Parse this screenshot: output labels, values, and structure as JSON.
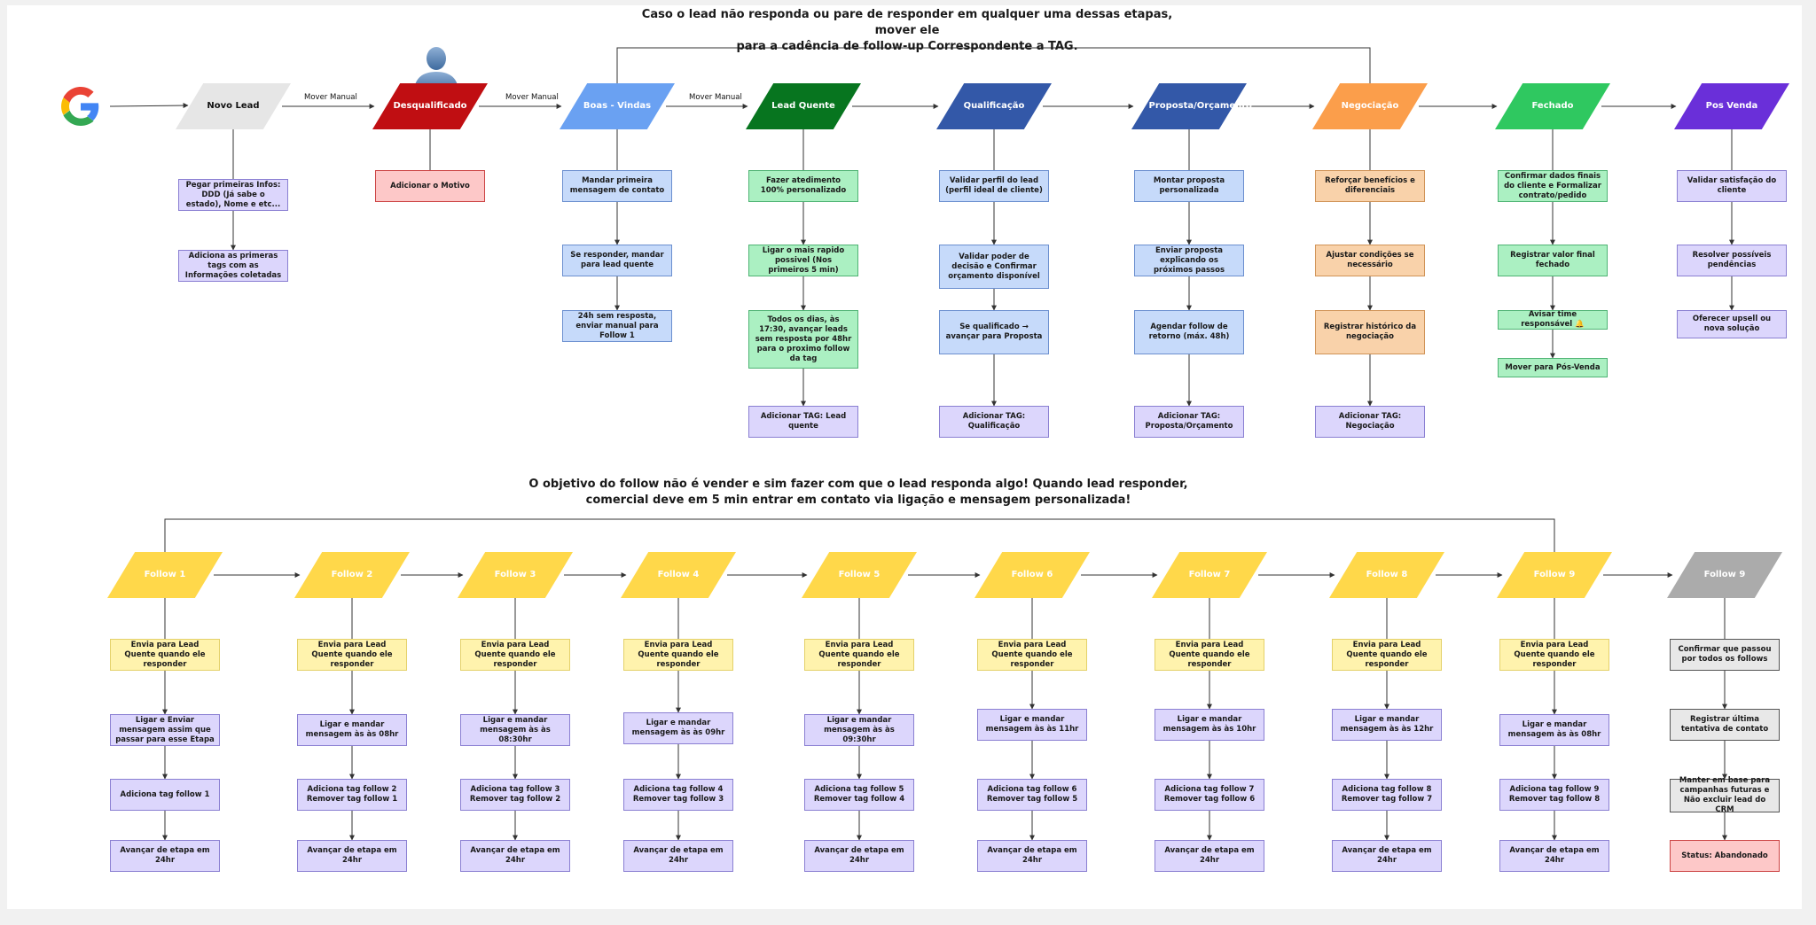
{
  "notes": {
    "top": [
      "Caso o lead não responda ou pare de responder em qualquer uma dessas etapas, mover ele",
      "para a cadência de follow-up Correspondente a TAG."
    ],
    "bottom": [
      "O objetivo do follow não é vender e sim fazer com que o lead responda algo! Quando lead responder,",
      "comercial deve em 5 min entrar em contato via ligação e mensagem personalizada!"
    ]
  },
  "edge_labels": [
    "Mover Manual",
    "Mover Manual",
    "Mover Manual"
  ],
  "colors": {
    "purple_fill": "#dcd6fc",
    "purple_border": "#8a7fd2",
    "blue_fill": "#c6dafa",
    "blue_border": "#6b8fcf",
    "green_fill": "#abf0c2",
    "green_border": "#4fb374",
    "red_fill": "#fdc8c8",
    "red_border": "#c44",
    "orange_fill": "#f9d2aa",
    "orange_border": "#d09357",
    "yellow_fill": "#fff3ad",
    "yellow_border": "#e4d16a",
    "gray_fill": "#e8e8e8",
    "gray_border": "#555"
  },
  "pipeline": [
    {
      "label": "Novo Lead",
      "color": "#e6e6e6",
      "text_color": "#111111",
      "items": [
        "Pegar primeiras Infos: DDD (Já sabe o estado), Nome e etc...",
        "Adiciona as primeras tags com as Informações coletadas"
      ],
      "box": "purple"
    },
    {
      "label": "Desqualificado",
      "color": "#c00e12",
      "text_color": "#ffffff",
      "items": [
        "Adicionar o Motivo"
      ],
      "box": "red"
    },
    {
      "label": "Boas - Vindas",
      "color": "#6aa1f2",
      "text_color": "#ffffff",
      "items": [
        "Mandar primeira mensagem de contato",
        "Se responder, mandar para lead quente",
        "24h sem resposta, enviar manual para Follow 1"
      ],
      "box": "blue"
    },
    {
      "label": "Lead Quente",
      "color": "#07751f",
      "text_color": "#ffffff",
      "items": [
        "Fazer atedimento 100% personalizado",
        "Ligar o mais rapido possivel (Nos primeiros 5 min)",
        "Todos os dias, às 17:30, avançar leads sem resposta por 48hr para o proximo follow da tag",
        "Adicionar TAG: Lead quente"
      ],
      "box": "green",
      "last_box": "purple"
    },
    {
      "label": "Qualificação",
      "color": "#3358a8",
      "text_color": "#ffffff",
      "items": [
        "Validar perfil do lead (perfil ideal de cliente)",
        "Validar poder de decisão e Confirmar orçamento disponível",
        "Se qualificado → avançar para Proposta",
        "Adicionar TAG: Qualificação"
      ],
      "box": "blue",
      "last_box": "purple"
    },
    {
      "label": "Proposta/Orçamento",
      "color": "#3358a8",
      "text_color": "#ffffff",
      "items": [
        "Montar proposta personalizada",
        "Enviar proposta explicando os próximos passos",
        "Agendar follow de retorno (máx. 48h)",
        "Adicionar TAG: Proposta/Orçamento"
      ],
      "box": "blue",
      "last_box": "purple"
    },
    {
      "label": "Negociação",
      "color": "#fb9e4b",
      "text_color": "#ffffff",
      "items": [
        "Reforçar benefícios e diferenciais",
        "Ajustar condições se necessário",
        "Registrar histórico da negociação",
        "Adicionar TAG: Negociação"
      ],
      "box": "orange",
      "last_box": "purple"
    },
    {
      "label": "Fechado",
      "color": "#2fc860",
      "text_color": "#ffffff",
      "items": [
        "Confirmar dados finais do cliente e Formalizar contrato/pedido",
        "Registrar valor final fechado",
        "Avisar time responsável 🔔",
        "Mover para Pós-Venda"
      ],
      "box": "green"
    },
    {
      "label": "Pos Venda",
      "color": "#6a2fd9",
      "text_color": "#ffffff",
      "items": [
        "Validar satisfação do cliente",
        "Resolver possíveis pendências",
        "Oferecer upsell ou nova solução"
      ],
      "box": "purple"
    }
  ],
  "follows": [
    {
      "label": "Follow 1",
      "items": [
        "Envia para Lead Quente quando ele responder",
        "Ligar e Enviar mensagem assim que passar para esse Etapa",
        "Adiciona tag follow 1",
        "Avançar de etapa em 24hr"
      ]
    },
    {
      "label": "Follow 2",
      "items": [
        "Envia para Lead Quente quando ele responder",
        "Ligar e mandar mensagem às às 08hr",
        "Adiciona tag follow 2 Remover tag follow 1",
        "Avançar de etapa em 24hr"
      ]
    },
    {
      "label": "Follow 3",
      "items": [
        "Envia para Lead Quente quando ele responder",
        "Ligar e mandar mensagem às às 08:30hr",
        "Adiciona tag follow 3 Remover tag follow 2",
        "Avançar de etapa em 24hr"
      ]
    },
    {
      "label": "Follow 4",
      "items": [
        "Envia para Lead Quente quando ele responder",
        "Ligar e mandar mensagem às às 09hr",
        "Adiciona tag follow 4 Remover tag follow 3",
        "Avançar de etapa em 24hr"
      ]
    },
    {
      "label": "Follow 5",
      "items": [
        "Envia para Lead Quente quando ele responder",
        "Ligar e mandar mensagem às às 09:30hr",
        "Adiciona tag follow 5 Remover tag follow 4",
        "Avançar de etapa em 24hr"
      ]
    },
    {
      "label": "Follow 6",
      "items": [
        "Envia para Lead Quente quando ele responder",
        "Ligar e mandar mensagem às às 11hr",
        "Adiciona tag follow 6 Remover tag follow 5",
        "Avançar de etapa em 24hr"
      ]
    },
    {
      "label": "Follow 7",
      "items": [
        "Envia para Lead Quente quando ele responder",
        "Ligar e mandar mensagem às às 10hr",
        "Adiciona tag follow 7 Remover tag follow 6",
        "Avançar de etapa em 24hr"
      ]
    },
    {
      "label": "Follow 8",
      "items": [
        "Envia para Lead Quente quando ele responder",
        "Ligar e mandar mensagem às às 12hr",
        "Adiciona tag follow 8 Remover tag follow 7",
        "Avançar de etapa em 24hr"
      ]
    },
    {
      "label": "Follow 9",
      "items": [
        "Envia para Lead Quente quando ele responder",
        "Ligar e mandar mensagem às às 08hr",
        "Adiciona tag follow 9 Remover tag follow 8",
        "Avançar de etapa em 24hr"
      ]
    },
    {
      "label": "Follow 9",
      "gray": true,
      "items": [
        "Confirmar que passou por todos os follows",
        "Registrar última tentativa de contato",
        "Manter em base para campanhas futuras e Não excluir lead do CRM",
        "Status: Abandonado"
      ]
    }
  ]
}
